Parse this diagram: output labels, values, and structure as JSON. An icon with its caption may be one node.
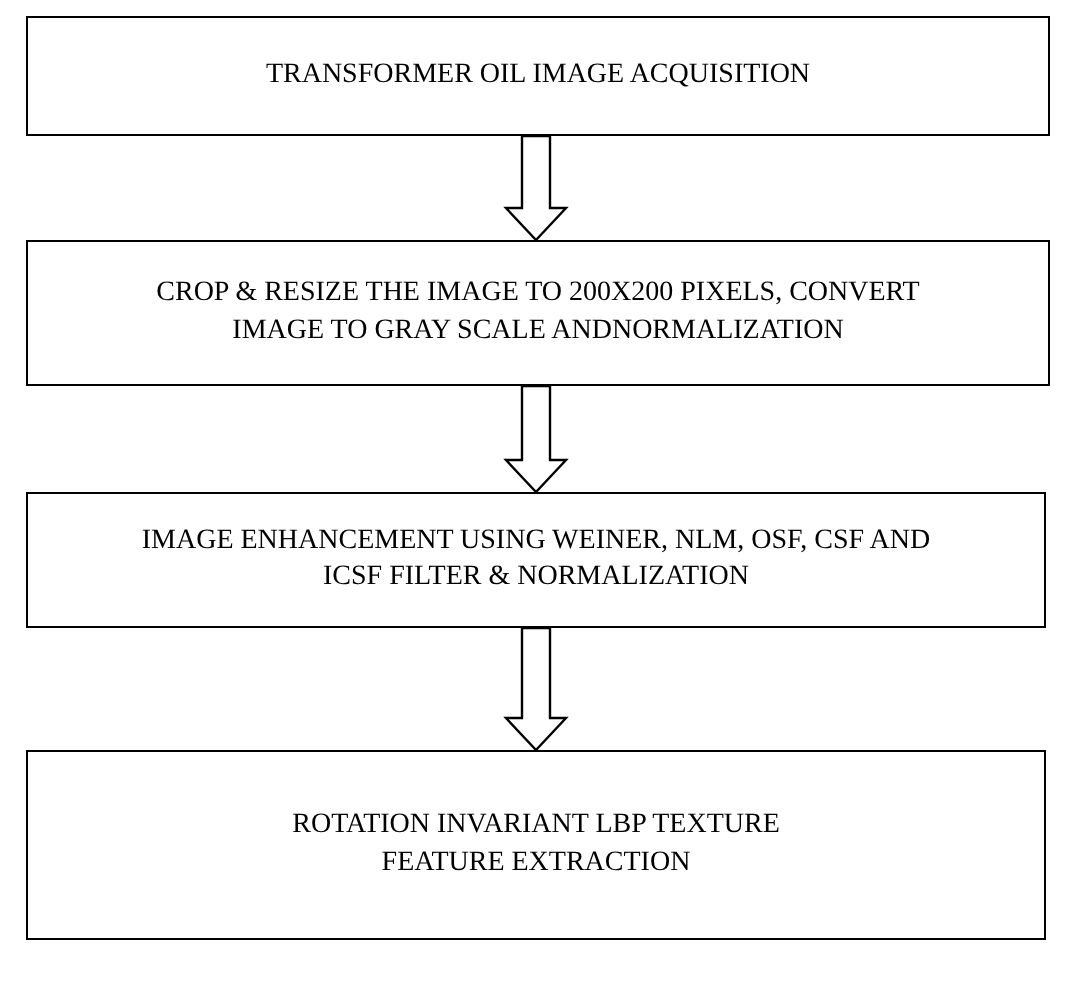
{
  "diagram": {
    "nodes": [
      {
        "text": [
          "TRANSFORMER OIL IMAGE ACQUISITION"
        ]
      },
      {
        "text": [
          "CROP & RESIZE THE IMAGE TO 200X200 PIXELS, CONVERT IMAGE TO GRAY SCALE ANDNORMALIZATION"
        ]
      },
      {
        "text": [
          "IMAGE ENHANCEMENT USING WEINER, NLM, OSF, CSF AND ICSF FILTER & NORMALIZATION"
        ]
      },
      {
        "text": [
          "ROTATION INVARIANT LBP TEXTURE FEATURE EXTRACTION"
        ]
      }
    ],
    "edges": [
      {
        "from": 0,
        "to": 1,
        "arrow": "to"
      },
      {
        "from": 1,
        "to": 2,
        "arrow": "to"
      },
      {
        "from": 2,
        "to": 3,
        "arrow": "to"
      }
    ]
  }
}
